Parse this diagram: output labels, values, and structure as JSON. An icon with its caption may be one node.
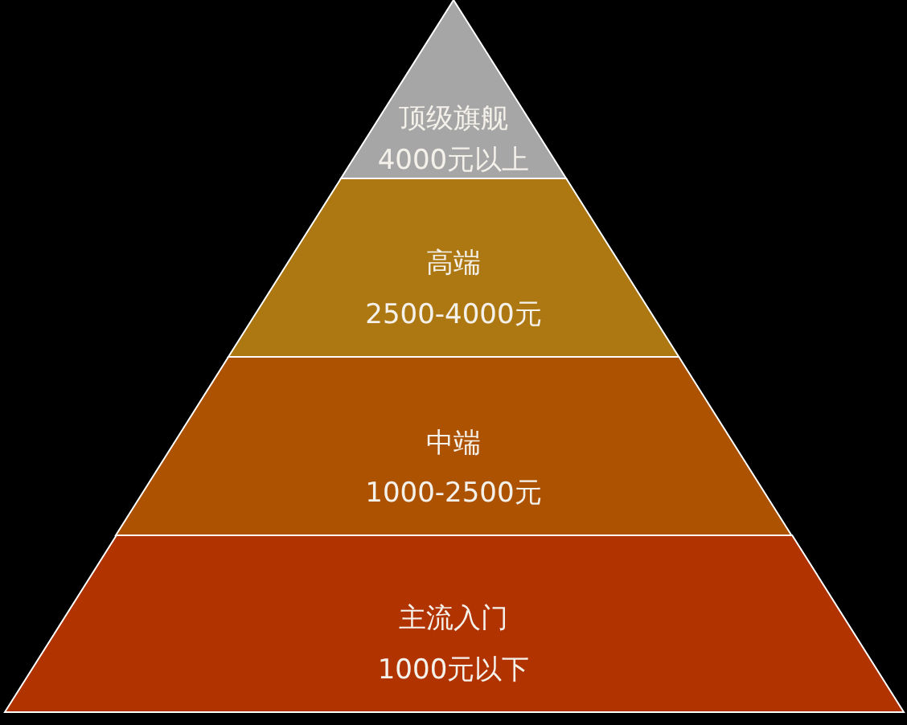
{
  "diagram": {
    "nodes": [
      {
        "text": [
          "顶级旗舰",
          "4000元以上"
        ]
      },
      {
        "text": [
          "高端",
          "2500-4000元"
        ]
      },
      {
        "text": [
          "中端",
          "1000-2500元"
        ]
      },
      {
        "text": [
          "主流入门",
          "1000元以下"
        ]
      }
    ]
  }
}
